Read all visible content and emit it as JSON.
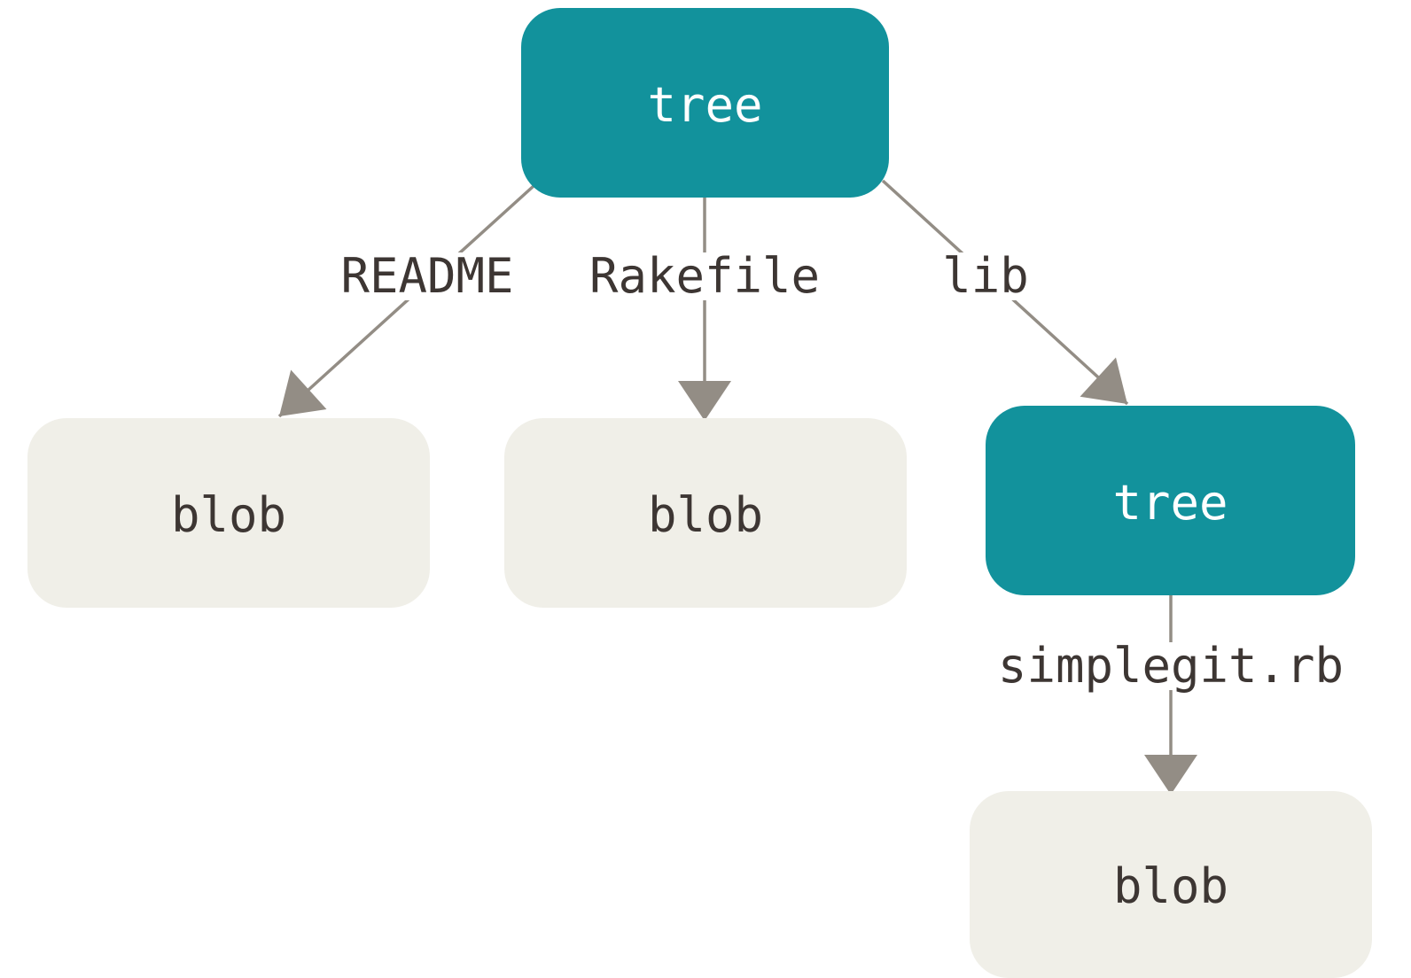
{
  "diagram": {
    "colors": {
      "tree_fill": "#12929c",
      "tree_text": "#ffffff",
      "blob_fill": "#f0efe8",
      "blob_text": "#3d3633",
      "edge": "#938d85",
      "label_text": "#3d3633"
    },
    "nodes": [
      {
        "id": "root",
        "type": "tree",
        "label": "tree"
      },
      {
        "id": "readme-blob",
        "type": "blob",
        "label": "blob"
      },
      {
        "id": "rakefile-blob",
        "type": "blob",
        "label": "blob"
      },
      {
        "id": "lib-tree",
        "type": "tree",
        "label": "tree"
      },
      {
        "id": "simplegit-blob",
        "type": "blob",
        "label": "blob"
      }
    ],
    "edges": [
      {
        "from": "root",
        "to": "readme-blob",
        "label": "README"
      },
      {
        "from": "root",
        "to": "rakefile-blob",
        "label": "Rakefile"
      },
      {
        "from": "root",
        "to": "lib-tree",
        "label": "lib"
      },
      {
        "from": "lib-tree",
        "to": "simplegit-blob",
        "label": "simplegit.rb"
      }
    ]
  }
}
